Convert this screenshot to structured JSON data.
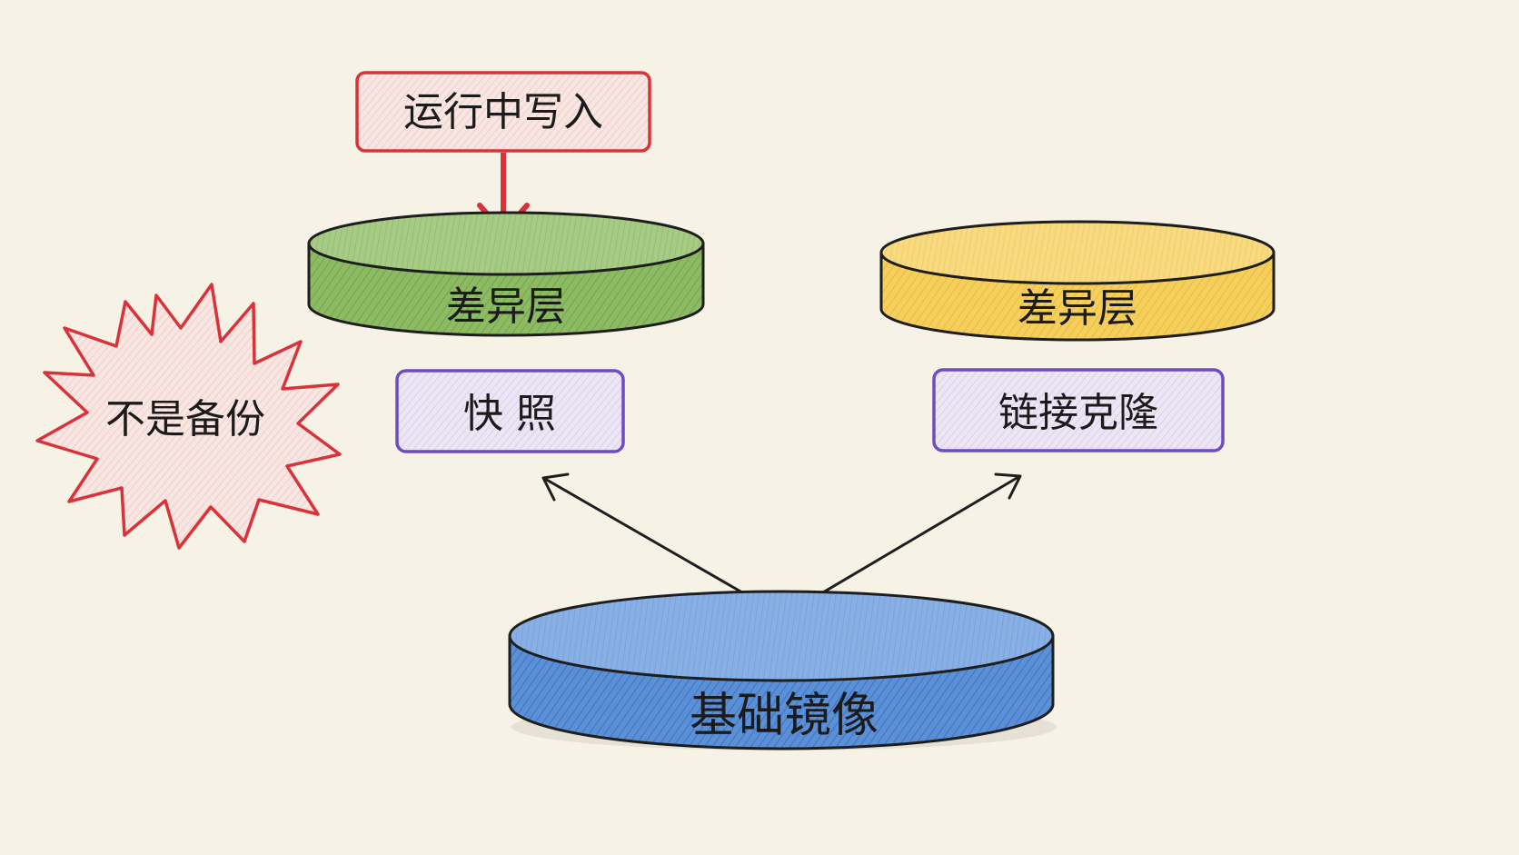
{
  "write_box": {
    "label": "运行中写入",
    "color": "#d8333a"
  },
  "left_layer": {
    "label": "差异层",
    "color": "#7eae57"
  },
  "right_layer": {
    "label": "差异层",
    "color": "#f2c64a"
  },
  "snapshot": {
    "label": "快 照",
    "color": "#6d4cc2"
  },
  "clone": {
    "label": "链接克隆",
    "color": "#6d4cc2"
  },
  "warning_burst": {
    "label": "不是备份",
    "color": "#d8333a"
  },
  "base_image": {
    "label": "基础镜像",
    "color": "#3d78c9"
  }
}
